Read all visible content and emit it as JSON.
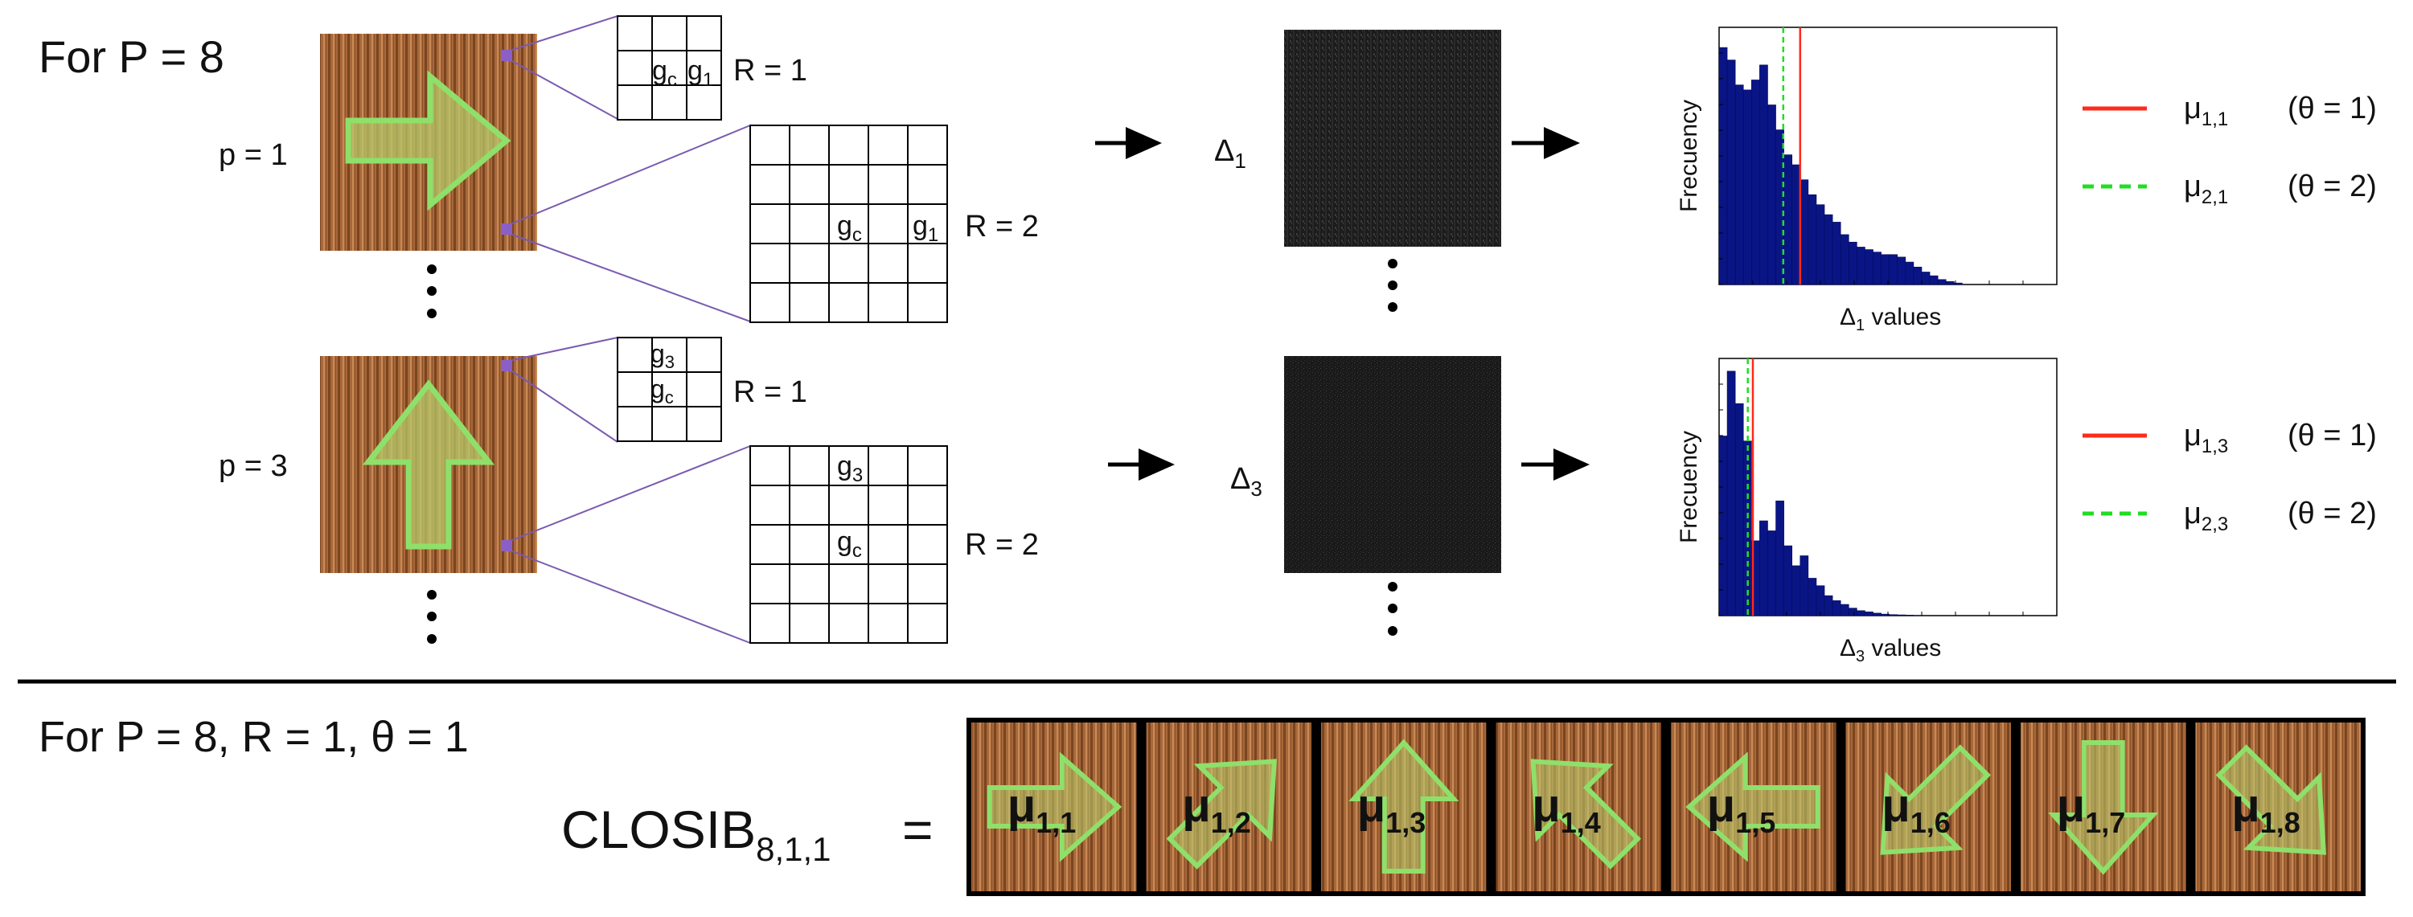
{
  "header": {
    "p_title": "For P = 8"
  },
  "rows": [
    {
      "p_label": "p = 1",
      "small_grid": {
        "radius_label": "R = 1",
        "g_center": "g",
        "g_center_sub": "c",
        "g_neighbor": "g",
        "g_neighbor_sub": "1"
      },
      "large_grid": {
        "radius_label": "R = 2",
        "g_center": "g",
        "g_center_sub": "c",
        "g_neighbor": "g",
        "g_neighbor_sub": "1"
      },
      "delta_label": "Δ",
      "delta_sub": "1",
      "histogram": {
        "ylabel": "Frecuency",
        "xlabel": "Δ",
        "xlabel_sub": "1",
        "xlabel_rest": " values",
        "bins": [
          0.95,
          0.9,
          0.8,
          0.78,
          0.82,
          0.88,
          0.72,
          0.62,
          0.52,
          0.48,
          0.42,
          0.36,
          0.32,
          0.28,
          0.25,
          0.2,
          0.17,
          0.15,
          0.14,
          0.13,
          0.12,
          0.12,
          0.11,
          0.09,
          0.07,
          0.05,
          0.035,
          0.02,
          0.012,
          0.006
        ],
        "mean_theta1": 0.24,
        "mean_theta2": 0.19
      },
      "legend": [
        {
          "mu": "μ",
          "sub": "1,1",
          "theta": "(θ = 1)",
          "color": "#ff2a1a",
          "style": "solid"
        },
        {
          "mu": "μ",
          "sub": "2,1",
          "theta": "(θ = 2)",
          "color": "#22dd22",
          "style": "dashed"
        }
      ]
    },
    {
      "p_label": "p = 3",
      "small_grid": {
        "radius_label": "R = 1",
        "g_center": "g",
        "g_center_sub": "c",
        "g_neighbor": "g",
        "g_neighbor_sub": "3"
      },
      "large_grid": {
        "radius_label": "R = 2",
        "g_center": "g",
        "g_center_sub": "c",
        "g_neighbor": "g",
        "g_neighbor_sub": "3"
      },
      "delta_label": "Δ",
      "delta_sub": "3",
      "histogram": {
        "ylabel": "Frecuency",
        "xlabel": "Δ",
        "xlabel_sub": "3",
        "xlabel_rest": " values",
        "bins": [
          0.72,
          0.98,
          0.85,
          0.7,
          0.3,
          0.38,
          0.34,
          0.46,
          0.28,
          0.2,
          0.24,
          0.15,
          0.12,
          0.08,
          0.06,
          0.045,
          0.03,
          0.02,
          0.015,
          0.01,
          0.006,
          0.004,
          0.003,
          0.002,
          0.001,
          0,
          0,
          0,
          0,
          0
        ],
        "mean_theta1": 0.1,
        "mean_theta2": 0.085
      },
      "legend": [
        {
          "mu": "μ",
          "sub": "1,3",
          "theta": "(θ = 1)",
          "color": "#ff2a1a",
          "style": "solid"
        },
        {
          "mu": "μ",
          "sub": "2,3",
          "theta": "(θ = 2)",
          "color": "#22dd22",
          "style": "dashed"
        }
      ]
    }
  ],
  "bottom": {
    "params_title": "For P = 8, R = 1, θ = 1",
    "closib_label": "CLOSIB",
    "closib_sub": "8,1,1",
    "equals": "=",
    "cells": [
      {
        "mu": "μ",
        "sub": "1,1",
        "direction": "right"
      },
      {
        "mu": "μ",
        "sub": "1,2",
        "direction": "up-right"
      },
      {
        "mu": "μ",
        "sub": "1,3",
        "direction": "up"
      },
      {
        "mu": "μ",
        "sub": "1,4",
        "direction": "up-left"
      },
      {
        "mu": "μ",
        "sub": "1,5",
        "direction": "left"
      },
      {
        "mu": "μ",
        "sub": "1,6",
        "direction": "down-left"
      },
      {
        "mu": "μ",
        "sub": "1,7",
        "direction": "down"
      },
      {
        "mu": "μ",
        "sub": "1,8",
        "direction": "down-right"
      }
    ]
  },
  "colors": {
    "texture_base": "#a8683a",
    "arrow_fill": "#b7c86a",
    "arrow_stroke": "#8ee06a",
    "bar": "#0a1585",
    "connector": "#7a5bb0"
  }
}
